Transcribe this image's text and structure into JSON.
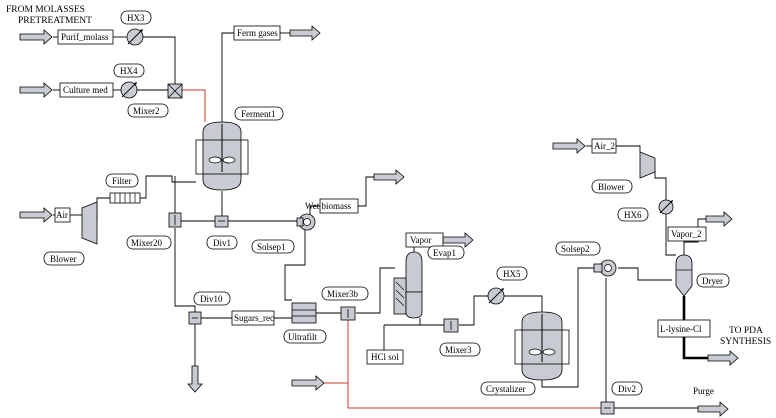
{
  "header": {
    "title_line1": "FROM MOLASSES",
    "title_line2": "PRETREATMENT"
  },
  "streams": {
    "purif_molass": "Purif_molass",
    "culture_med": "Culture med",
    "ferm_gases": "Ferm gases",
    "air": "Air",
    "air_2": "Air_2",
    "wet_biomass": "Wet biomass",
    "vapor": "Vapor",
    "vapor_2": "Vapor_2",
    "sugars_rec": "Sugars_rec",
    "hcl_sol": "HCl sol",
    "l_lysine": "L-lysine-Cl",
    "purge": "Purge"
  },
  "units": {
    "hx3": "HX3",
    "hx4": "HX4",
    "hx5": "HX5",
    "hx6": "HX6",
    "mixer2": "Mixer2",
    "mixer20": "Mixer20",
    "mixer3b": "Mixer3b",
    "mixer3": "Mixer3",
    "ferment1": "Ferment1",
    "filter": "Filter",
    "blower1": "Blower",
    "blower2": "Blower",
    "div1": "Div1",
    "div10": "Div10",
    "div2": "Div2",
    "solsep1": "Solsep1",
    "solsep2": "Solsep2",
    "ultrafilt": "Ultrafilt",
    "evap1": "Evap1",
    "crystalizer": "Crystalizer",
    "dryer": "Dryer"
  },
  "outlet": {
    "line1": "TO PDA",
    "line2": "SYNTHESIS"
  },
  "colors": {
    "recycle_line": "#c0392b",
    "equipment": "#c8ccd2"
  }
}
